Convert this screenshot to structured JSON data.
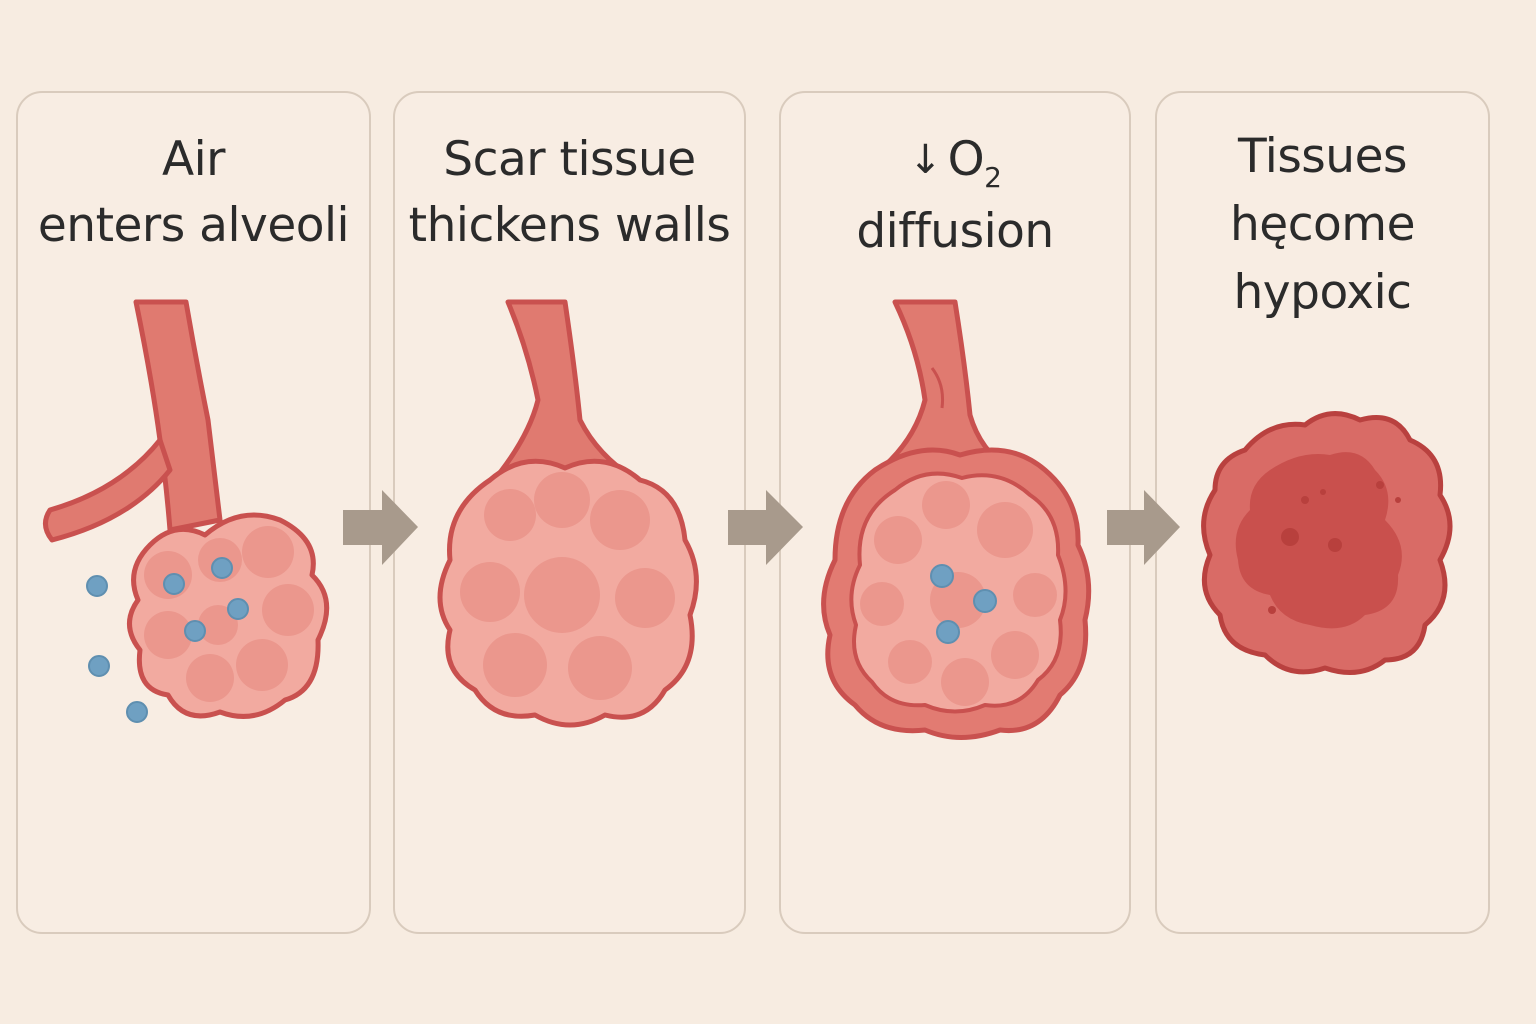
{
  "steps": [
    {
      "line1": "Air",
      "line2": "enters alveoli"
    },
    {
      "line1": "Scar tissue",
      "line2": "thickens walls"
    },
    {
      "line1_arrow": "↓",
      "line1_main": "O",
      "line1_sub": "2",
      "line2": "diffusion"
    },
    {
      "line1": "Tissues",
      "line2": "hęcome",
      "line3": "hypoxic"
    }
  ],
  "colors": {
    "background": "#f7ece1",
    "panel_border": "#d9cbbd",
    "tissue_outline": "#c9514f",
    "tissue_fill": "#f2aaa0",
    "alveolus_fill": "#eb978d",
    "airway_fill": "#e07a70",
    "oxygen_dot": "#6fa0c2",
    "flow_arrow": "#a89a8c",
    "hypoxic_fill": "#d96b66",
    "hypoxic_core": "#c9504d"
  },
  "icons": [
    "right-arrow-icon",
    "down-arrow-icon"
  ]
}
